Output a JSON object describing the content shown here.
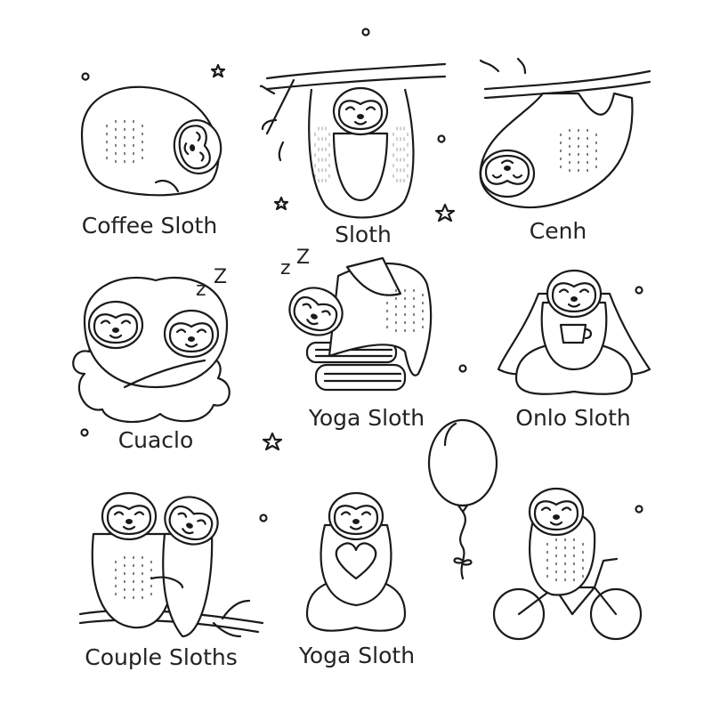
{
  "labels": {
    "coffee_sloth": "Coffee Sloth",
    "hanging_sloth": "Sloth",
    "cenh": "Cenh",
    "cuaclo": "Cuaclo",
    "yoga_sloth_books": "Yoga Sloth",
    "onlo_sloth": "Onlo Sloth",
    "couple_sloths": "Couple Sloths",
    "yoga_sloth_heart": "Yoga Sloth"
  },
  "sleep_marks": [
    "z",
    "Z"
  ],
  "colors": {
    "line": "#1a1a1a",
    "background": "#ffffff"
  }
}
